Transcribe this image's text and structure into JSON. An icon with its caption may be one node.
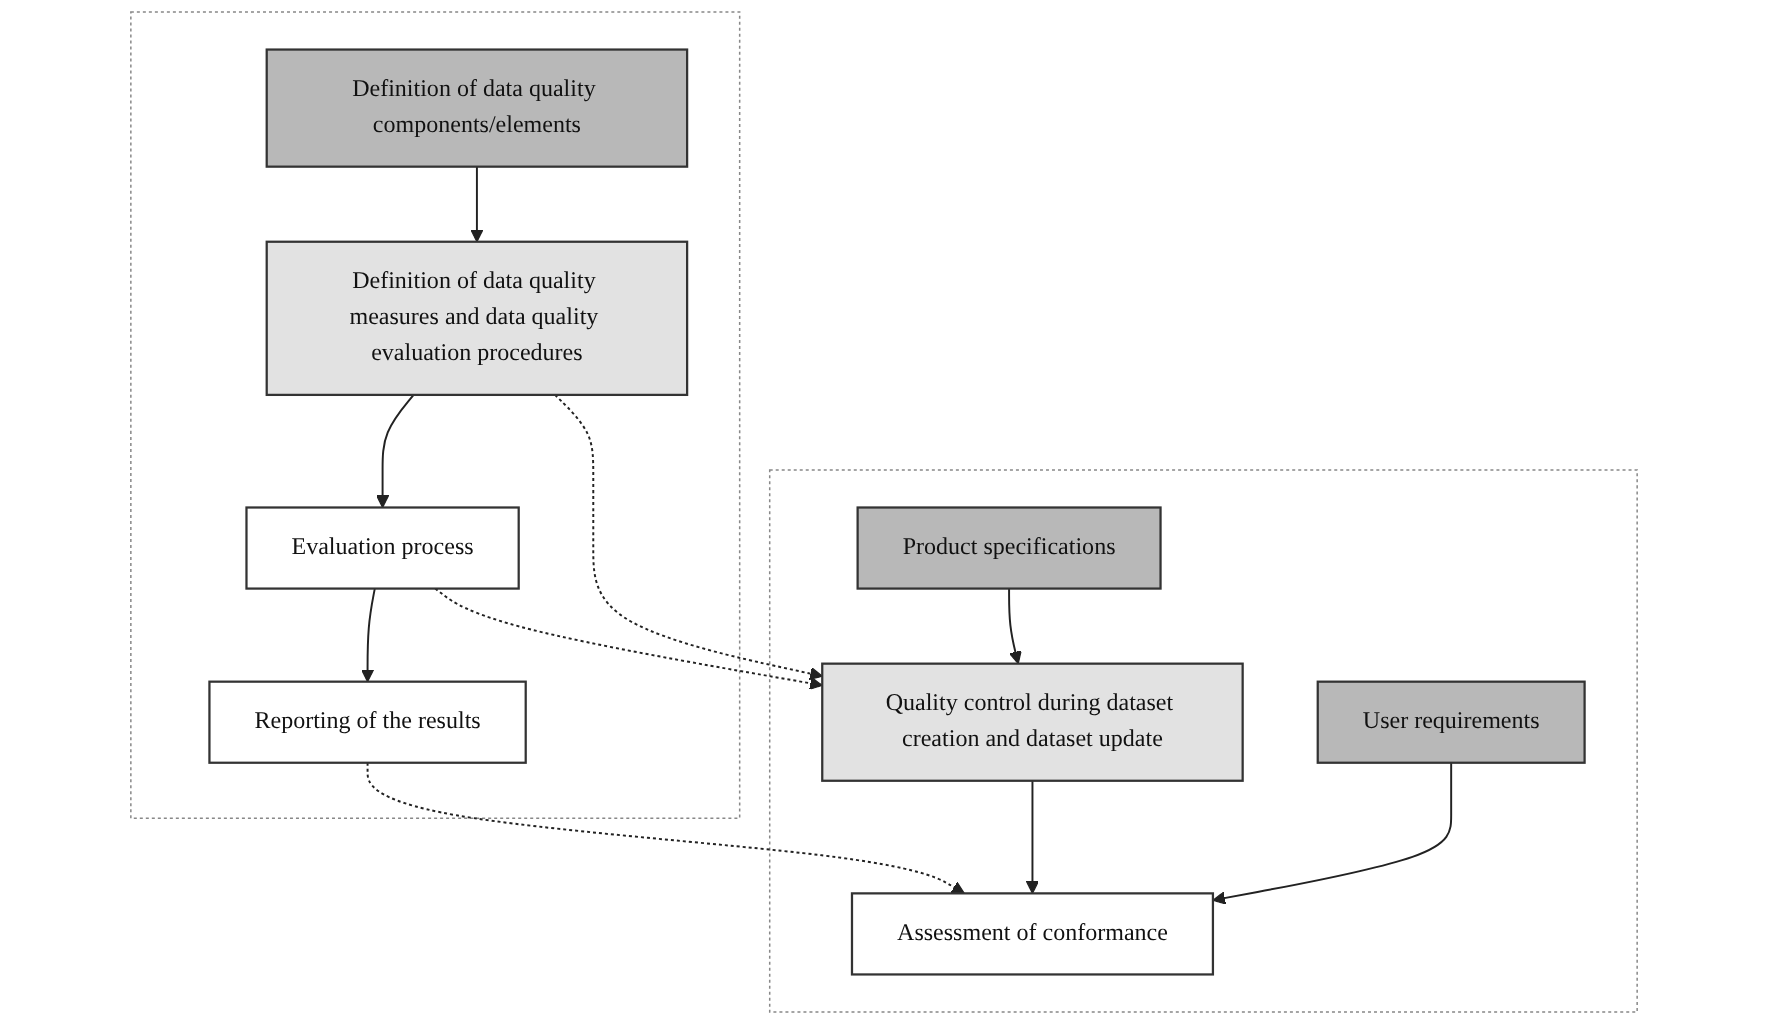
{
  "diagram": {
    "nodes": [
      {
        "text": [],
        "shape": "box"
      },
      {
        "text": [
          "Definition of data quality components/elements"
        ],
        "in": 0
      },
      {
        "text": [
          "Definition of data quality measures and data quality evaluation procedures"
        ],
        "in": 0
      },
      {
        "text": [
          "Evaluation process"
        ],
        "in": 0
      },
      {
        "text": [
          "Reporting of the results"
        ],
        "in": 0
      },
      {
        "text": [],
        "shape": "box"
      },
      {
        "text": [
          "Product specifications"
        ],
        "in": 5
      },
      {
        "text": [
          "User requirements"
        ],
        "in": 5
      },
      {
        "text": [
          "Quality control during dataset creation and dataset update"
        ],
        "in": 5
      },
      {
        "text": [
          "Assessment of conformance"
        ],
        "in": 5
      }
    ],
    "edges": [
      {
        "from": 1,
        "to": 2,
        "arrow": "to"
      },
      {
        "from": 2,
        "to": 3,
        "arrow": "to"
      },
      {
        "from": 3,
        "to": 4,
        "arrow": "to"
      },
      {
        "from": 2,
        "to": 8,
        "arrow": "to",
        "style": "dashed"
      },
      {
        "from": 3,
        "to": 8,
        "arrow": "to",
        "style": "dashed"
      },
      {
        "from": 4,
        "to": 9,
        "arrow": "to",
        "style": "dashed"
      },
      {
        "from": 6,
        "to": 8,
        "arrow": "to"
      },
      {
        "from": 8,
        "to": 9,
        "arrow": "to"
      },
      {
        "from": 7,
        "to": 9,
        "arrow": "to"
      }
    ]
  }
}
